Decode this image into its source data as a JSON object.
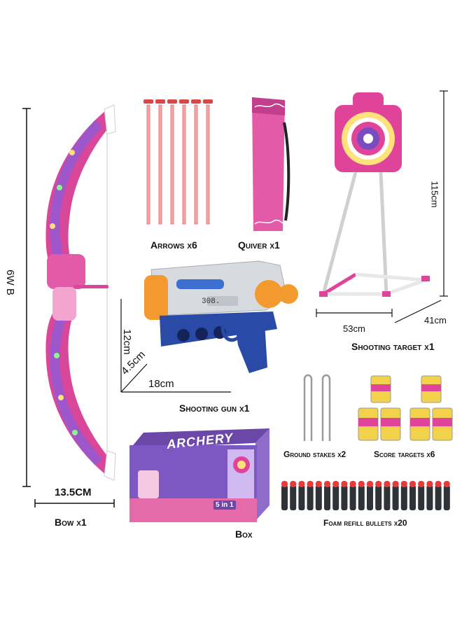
{
  "items": {
    "bow": {
      "label": "Bow x1",
      "width": "13.5CM",
      "height": "6W B"
    },
    "arrows": {
      "label": "Arrows x6"
    },
    "quiver": {
      "label": "Quiver x1"
    },
    "target": {
      "label": "Shooting target x1",
      "height": "115cm",
      "width": "53cm",
      "depth": "41cm"
    },
    "gun": {
      "label": "Shooting gun x1",
      "height": "12cm",
      "depth": "4.5cm",
      "length": "18cm",
      "counter": "308."
    },
    "stakes": {
      "label": "Ground stakes x2"
    },
    "score_targets": {
      "label": "Score targets x6"
    },
    "box": {
      "label": "Box",
      "brand": "ARCHERY",
      "badge": "5 in 1"
    },
    "bullets": {
      "label": "Foam refill bullets x20"
    }
  },
  "colors": {
    "pink": "#e0449a",
    "light_pink": "#f2a6cf",
    "purple": "#7a4cc2",
    "orange": "#f29a2e",
    "blue": "#2a4aa8",
    "silver": "#cfd3d8"
  }
}
